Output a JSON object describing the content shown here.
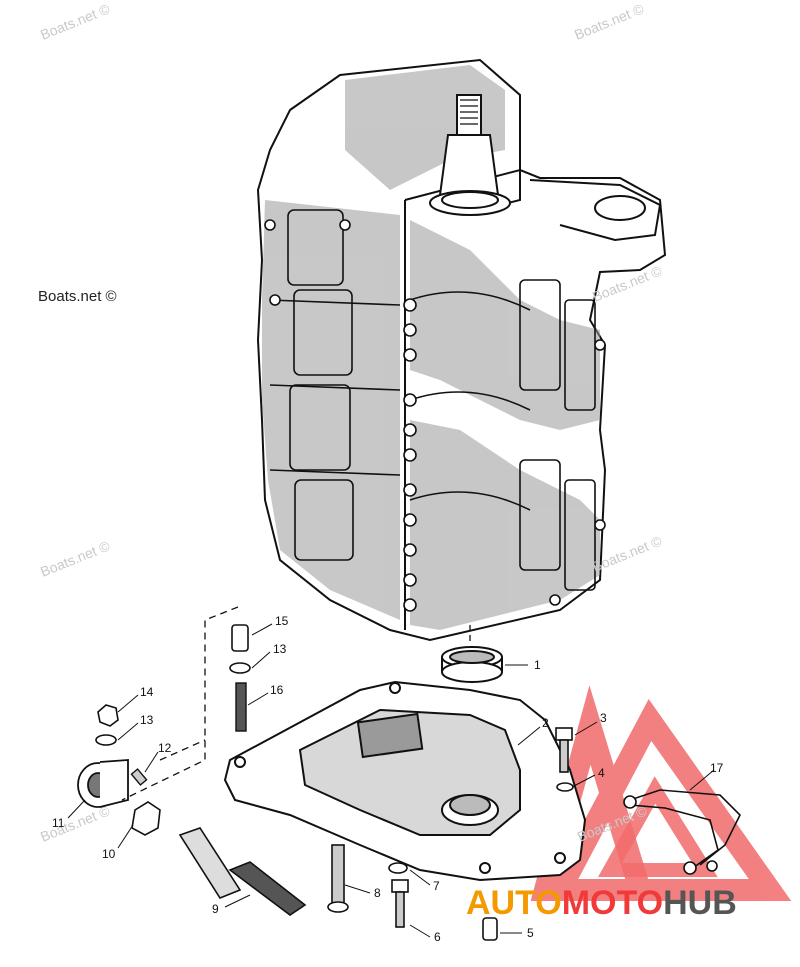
{
  "watermarks": [
    {
      "text": "Boats.net ©"
    },
    {
      "text": "Boats.net ©"
    },
    {
      "text": "Boats.net ©"
    },
    {
      "text": "Boats.net ©"
    },
    {
      "text": "Boats.net ©"
    },
    {
      "text": "Boats.net ©"
    },
    {
      "text": "Boats.net ©"
    },
    {
      "text": "Boats.net ©"
    }
  ],
  "callouts": [
    "1",
    "2",
    "3",
    "4",
    "5",
    "6",
    "7",
    "8",
    "9",
    "10",
    "11",
    "12",
    "13",
    "14",
    "13",
    "15",
    "16",
    "17"
  ],
  "logo": {
    "part1": "AUTO",
    "part2": "MOTO",
    "part3": "HUB",
    "colors": {
      "auto": "#f49a00",
      "moto": "#f03a3a",
      "hub": "#555555",
      "triangle": "#f26b6b"
    }
  },
  "colors": {
    "line": "#111111",
    "shade": "#9a9a9a",
    "background": "#ffffff"
  }
}
